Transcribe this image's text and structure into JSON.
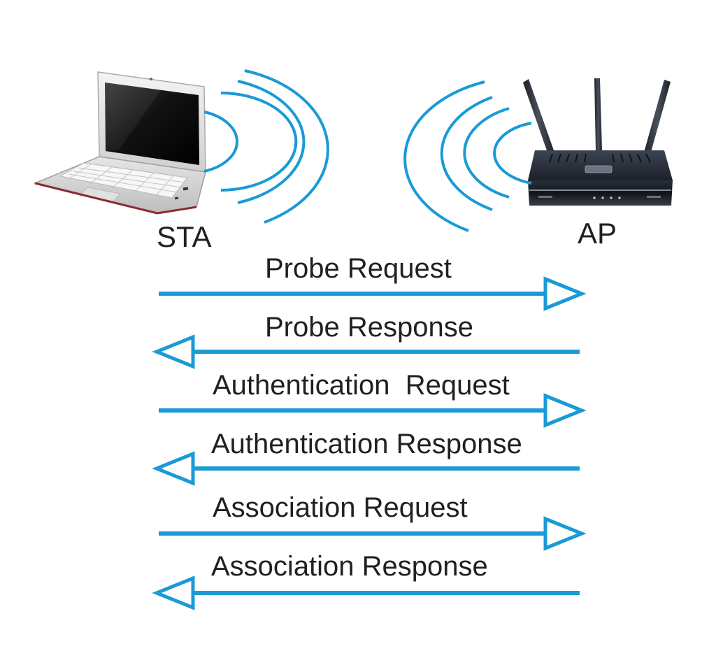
{
  "diagram": {
    "station_label": "STA",
    "ap_label": "AP",
    "line_color": "#1a9ad6",
    "messages": [
      {
        "label": "Probe Request",
        "direction": "to-ap"
      },
      {
        "label": "Probe Response",
        "direction": "to-sta"
      },
      {
        "label": "Authentication  Request",
        "direction": "to-ap"
      },
      {
        "label": "Authentication Response",
        "direction": "to-sta"
      },
      {
        "label": "Association Request",
        "direction": "to-ap"
      },
      {
        "label": "Association Response",
        "direction": "to-sta"
      }
    ],
    "icons": {
      "station": "laptop-icon",
      "access_point": "router-icon",
      "signal": "wireless-waves-icon"
    }
  }
}
